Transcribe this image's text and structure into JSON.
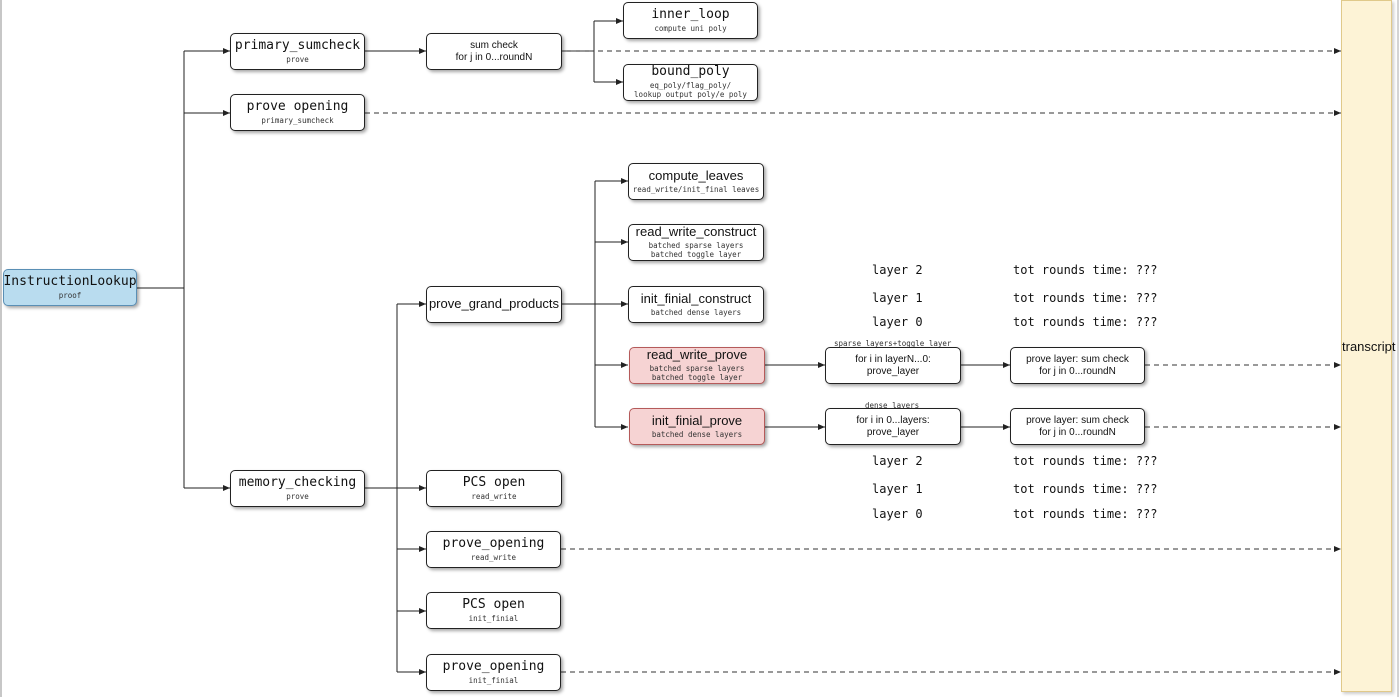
{
  "root": {
    "title": "InstructionLookup",
    "sub": "proof"
  },
  "primary_sumcheck": {
    "title": "primary_sumcheck",
    "sub": "prove"
  },
  "prove_opening_top": {
    "title": "prove opening",
    "sub": "primary_sumcheck"
  },
  "sum_check": {
    "title": "sum check\nfor j in 0...roundN"
  },
  "inner_loop": {
    "title": "inner_loop",
    "sub": "compute uni poly"
  },
  "bound_poly": {
    "title": "bound_poly",
    "sub1": "eq_poly/flag_poly/",
    "sub2": "lookup output poly/e poly"
  },
  "compute_leaves": {
    "title": "compute_leaves",
    "sub": "read_write/init_final leaves"
  },
  "read_write_construct": {
    "title": "read_write_construct",
    "sub1": "batched sparse layers",
    "sub2": "batched toggle layer"
  },
  "init_finial_construct": {
    "title": "init_finial_construct",
    "sub": "batched dense layers"
  },
  "read_write_prove": {
    "title": "read_write_prove",
    "sub1": "batched sparse layers",
    "sub2": "batched toggle layer"
  },
  "init_finial_prove": {
    "title": "init_finial_prove",
    "sub": "batched dense layers"
  },
  "prove_grand_products": {
    "title": "prove_grand_products"
  },
  "loop_rw": {
    "label": "sparse layers+toggle layer",
    "title": "for i in layerN...0:\nprove_layer"
  },
  "loop_init": {
    "label": "dense layers",
    "title": "for i in 0...layers:\nprove_layer"
  },
  "prove_layer_rw": {
    "title": "prove layer: sum check\nfor j in 0...roundN"
  },
  "prove_layer_init": {
    "title": "prove layer: sum check\nfor j in 0...roundN"
  },
  "memory_checking": {
    "title": "memory_checking",
    "sub": "prove"
  },
  "pcs_open_rw": {
    "title": "PCS open",
    "sub": "read_write"
  },
  "prove_opening_rw": {
    "title": "prove_opening",
    "sub": "read_write"
  },
  "pcs_open_init": {
    "title": "PCS open",
    "sub": "init_finial"
  },
  "prove_opening_init": {
    "title": "prove_opening",
    "sub": "init_finial"
  },
  "timing_upper": [
    {
      "layer": "layer 2",
      "time": "tot rounds time: ???"
    },
    {
      "layer": "layer 1",
      "time": "tot rounds time: ???"
    },
    {
      "layer": "layer 0",
      "time": "tot rounds time: ???"
    }
  ],
  "timing_lower": [
    {
      "layer": "layer 2",
      "time": "tot rounds time: ???"
    },
    {
      "layer": "layer 1",
      "time": "tot rounds time: ???"
    },
    {
      "layer": "layer 0",
      "time": "tot rounds time: ???"
    }
  ],
  "transcript": {
    "label": "transcript"
  },
  "colors": {
    "root_fill": "#b9dcef",
    "highlight_fill": "#f6d3d3",
    "transcript_fill": "#fdf3d6"
  }
}
